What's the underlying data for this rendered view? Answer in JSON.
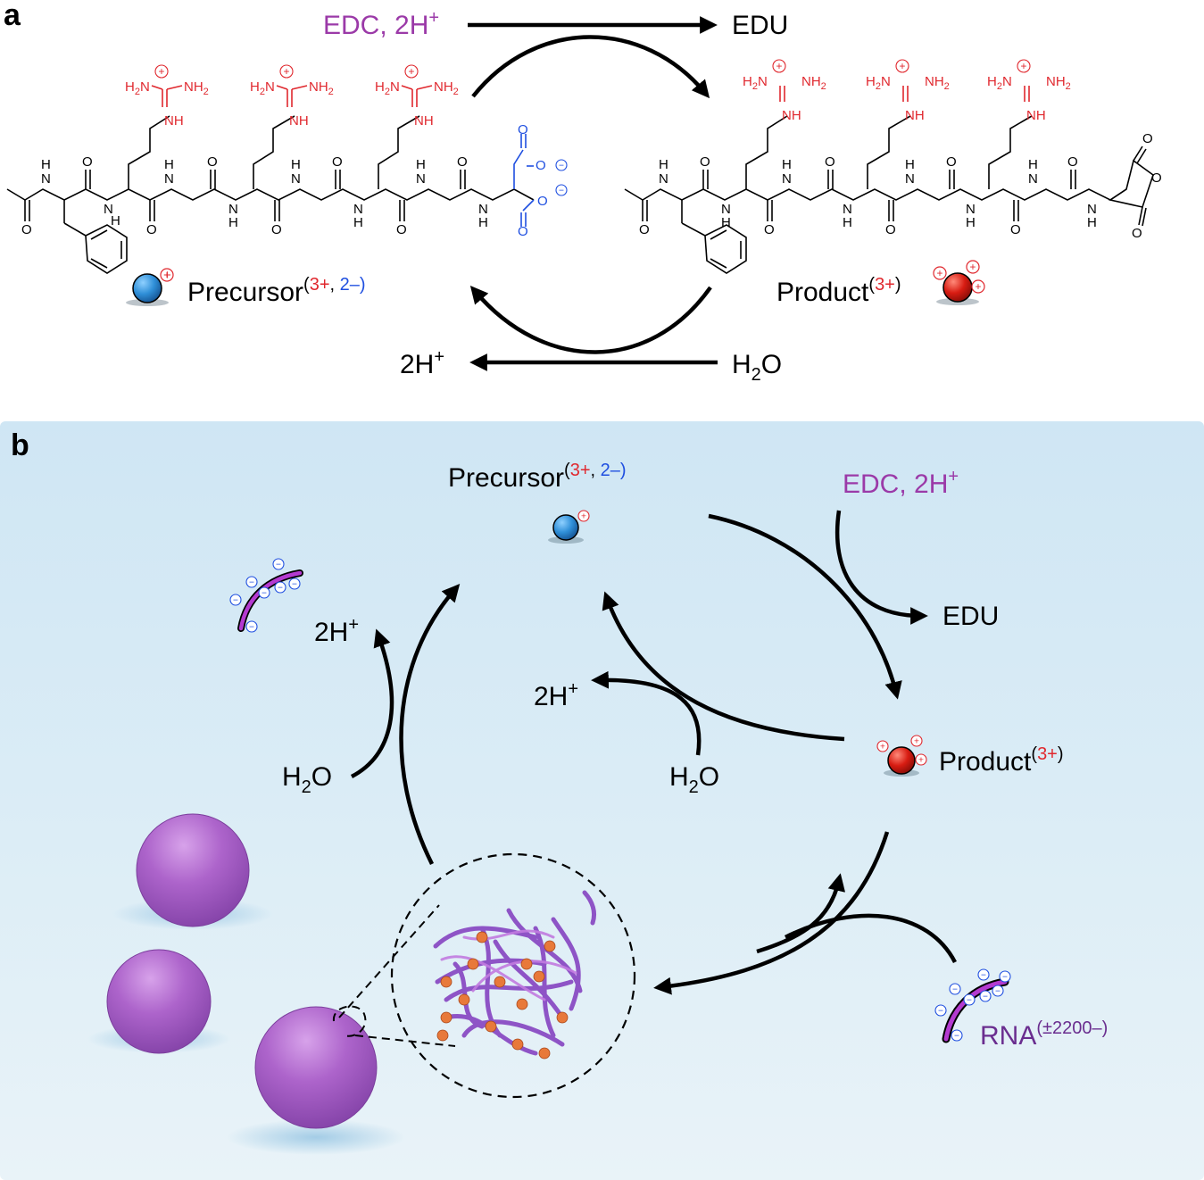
{
  "panel_a": {
    "label": "a",
    "reagent_in": "EDC, 2H",
    "reagent_in_sup": "+",
    "byproduct_out": "EDU",
    "hydrolysis_out": "2H",
    "hydrolysis_out_sup": "+",
    "water": "H",
    "water_sub": "2",
    "water_tail": "O",
    "precursor_name": "Precursor",
    "precursor_charge_open": "(",
    "precursor_charge_pos": "3+",
    "precursor_charge_sep": ", ",
    "precursor_charge_neg": "2–)",
    "product_name": "Product",
    "product_charge_open": "(",
    "product_charge_pos": "3+",
    "product_charge_close": ")"
  },
  "molecule_text": {
    "amine_h2n": "H",
    "amine_sub": "2",
    "amine_n": "N",
    "nh2": "NH",
    "nh2_sub": "2",
    "nh": "NH",
    "n": "N",
    "h": "H",
    "o": "O",
    "o_minus": "O",
    "charge_plus": "+",
    "charge_minus": "−"
  },
  "panel_b": {
    "label": "b",
    "precursor_name": "Precursor",
    "precursor_charge_open": "(",
    "precursor_charge_pos": "3+",
    "precursor_charge_sep": ", ",
    "precursor_charge_neg": "2–)",
    "reagent_in": "EDC, 2H",
    "reagent_in_sup": "+",
    "byproduct_out": "EDU",
    "product_name": "Product",
    "product_charge_open": "(",
    "product_charge_pos": "3+",
    "product_charge_close": ")",
    "left_proton": "2H",
    "left_proton_sup": "+",
    "left_water": "H",
    "left_water_sub": "2",
    "left_water_tail": "O",
    "mid_proton": "2H",
    "mid_proton_sup": "+",
    "mid_water": "H",
    "mid_water_sub": "2",
    "mid_water_tail": "O",
    "rna_name": "RNA",
    "rna_charge": "(±2200–)"
  },
  "colors": {
    "edc_purple": "#9b3aa8",
    "charge_red": "#e0282e",
    "charge_blue": "#1f4fe0",
    "rna_purple": "#6a2d8f",
    "precursor_bead": "#2f8fd8",
    "product_bead": "#d81c12",
    "droplet": "#a862c9",
    "panel_b_bg": "#d6ebf6"
  },
  "icons": [
    "precursor-bead-icon",
    "product-bead-icon",
    "rna-strand-icon",
    "coacervate-droplet-icon",
    "peptide-rna-network-icon"
  ]
}
